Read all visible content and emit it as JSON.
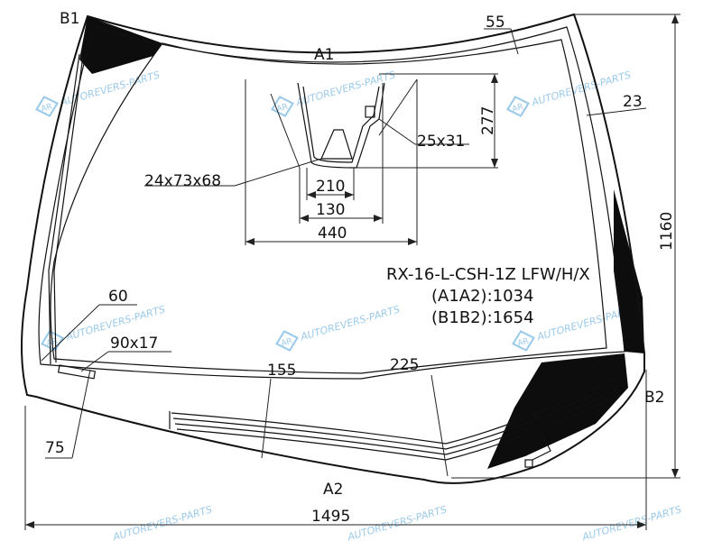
{
  "labels": {
    "b1": "B1",
    "b2": "B2",
    "a1": "A1",
    "a2": "A2",
    "d55": "55",
    "d23": "23",
    "d277": "277",
    "d25x31": "25x31",
    "d24x73x68": "24x73x68",
    "d210": "210",
    "d130": "130",
    "d440": "440",
    "d1160": "1160",
    "d60": "60",
    "d90x17": "90x17",
    "d75": "75",
    "d155": "155",
    "d225": "225",
    "d1495": "1495"
  },
  "info": {
    "model": "RX-16-L-CSH-1Z LFW/H/X",
    "a1a2": "(A1A2):1034",
    "b1b2": "(B1B2):1654"
  },
  "watermark": {
    "text": "AUTOREVERS-PARTS",
    "logo": "AR"
  },
  "colors": {
    "line": "#111111",
    "ceramic": "#0d0d0d",
    "watermark": "#8fc4e8"
  }
}
